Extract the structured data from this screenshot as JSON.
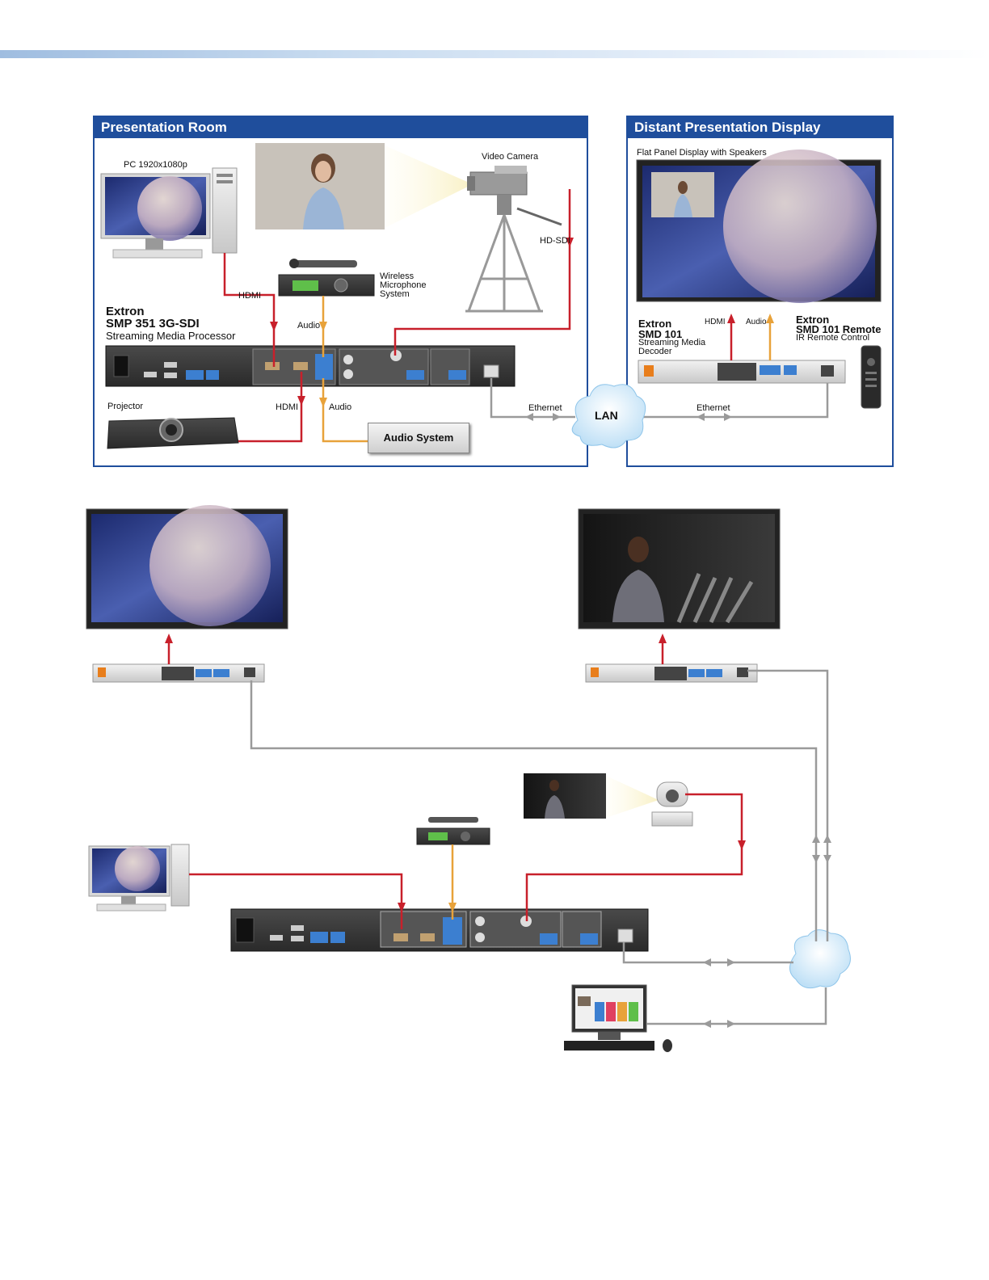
{
  "presentation_room": {
    "title": "Presentation Room",
    "pc_label": "PC 1920x1080p",
    "camera_label": "Video Camera",
    "hdsdi_label": "HD-SDI",
    "mic_label_1": "Wireless",
    "mic_label_2": "Microphone",
    "mic_label_3": "System",
    "hdmi_in_label": "HDMI",
    "audio_in_label": "Audio",
    "processor_brand": "Extron",
    "processor_model": "SMP 351 3G-SDI",
    "processor_desc": "Streaming Media Processor",
    "projector_label": "Projector",
    "hdmi_out_label": "HDMI",
    "audio_out_label": "Audio",
    "audio_system_label": "Audio System",
    "ethernet_label": "Ethernet"
  },
  "lan_label": "LAN",
  "distant_display": {
    "title": "Distant Presentation Display",
    "display_label": "Flat Panel Display with Speakers",
    "decoder_brand": "Extron",
    "decoder_model": "SMD 101",
    "decoder_desc_1": "Streaming Media",
    "decoder_desc_2": "Decoder",
    "hdmi_label": "HDMI",
    "audio_label": "Audio",
    "remote_brand": "Extron",
    "remote_model": "SMD 101 Remote",
    "remote_desc": "IR Remote Control",
    "ethernet_label": "Ethernet"
  },
  "colors": {
    "header_blue": "#1f4e9c",
    "hdmi_red": "#c8202b",
    "audio_orange": "#e8a23a",
    "ethernet_gray": "#9a9a9a"
  }
}
